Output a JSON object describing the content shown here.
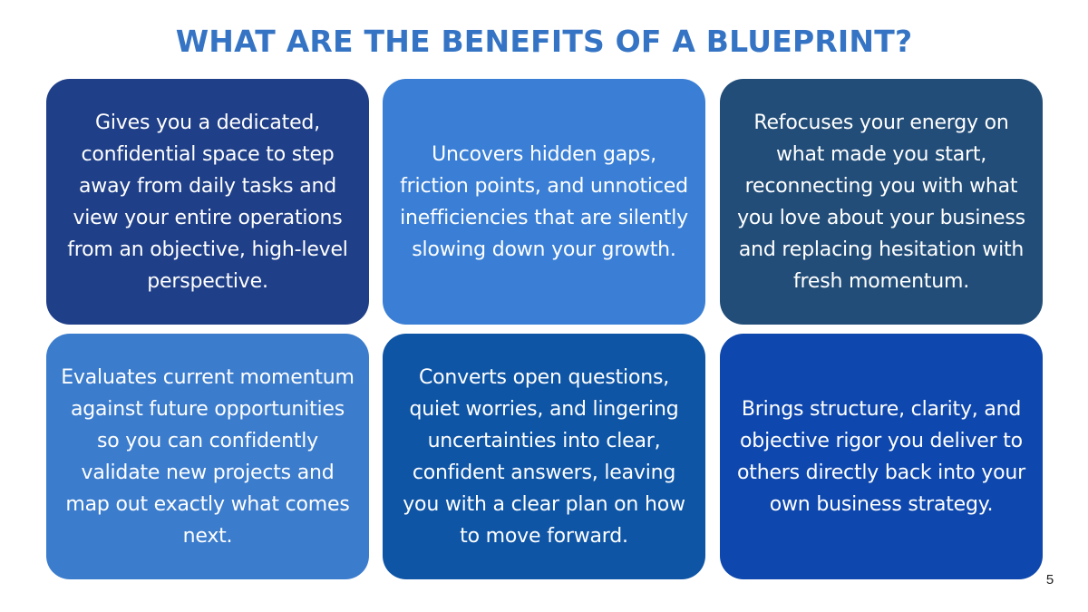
{
  "slide": {
    "title": "WHAT ARE THE BENEFITS OF A BLUEPRINT?",
    "page_number": "5",
    "colors": {
      "title": "#3574c4",
      "card_1": "#1f3f88",
      "card_2": "#3a7fd5",
      "card_3": "#224d78",
      "card_4": "#3b7ccd",
      "card_5": "#0e55a6",
      "card_6": "#0e47ad",
      "card_text": "#ffffff"
    },
    "cards": [
      {
        "text": "Gives you a dedicated, confidential space to step away from daily tasks and view your entire operations from an objective, high-level perspective."
      },
      {
        "text": "Uncovers hidden gaps, friction points, and unnoticed inefficiencies that are silently slowing down your growth."
      },
      {
        "text": "Refocuses your energy on what made you start, reconnecting you with what you love about your business and replacing hesitation with fresh momentum."
      },
      {
        "text": "Evaluates current momentum against future opportunities so you can confidently validate new projects and map out exactly what comes next."
      },
      {
        "text": "Converts open questions, quiet worries, and lingering uncertainties into clear, confident answers, leaving you with a clear plan on how to move forward."
      },
      {
        "text": "Brings structure, clarity, and objective rigor you deliver to others directly back into your own business strategy."
      }
    ]
  }
}
